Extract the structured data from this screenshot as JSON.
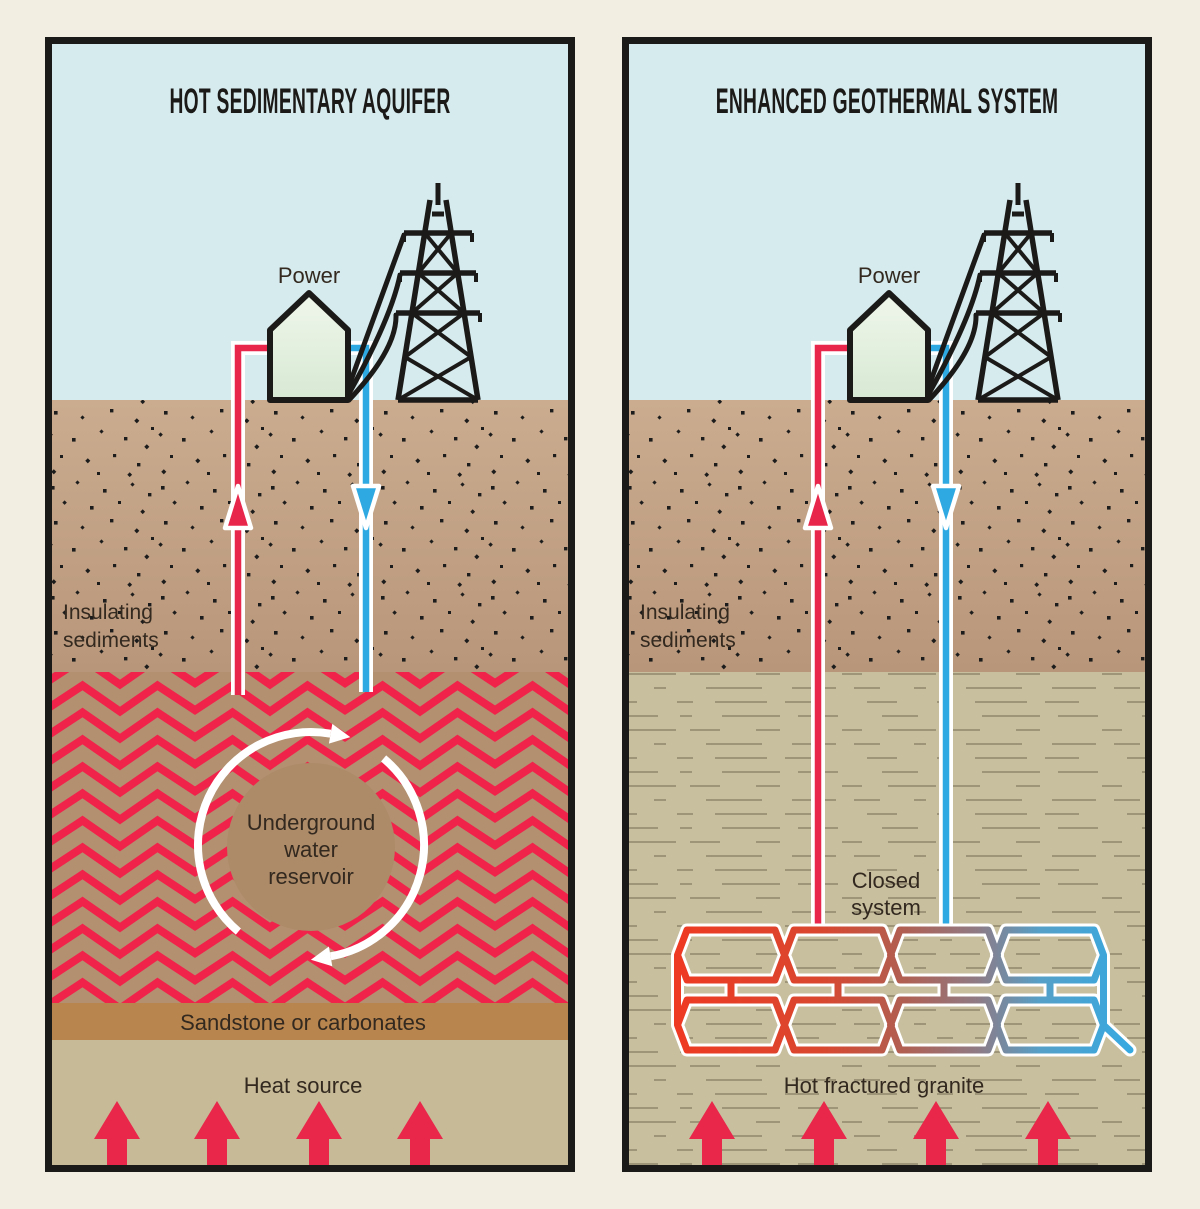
{
  "colors": {
    "page_bg": "#f3eee2",
    "ink": "#1c1a18",
    "label": "#33291f",
    "sky": "#d6ebee",
    "sediment_top": "#cbac8f",
    "sediment_bottom": "#b8967a",
    "speckle": "#1c1c1c",
    "aquifer_base": "#b29070",
    "reservoir_fill": "#ad8a68",
    "stripe_red": "#f0234a",
    "sandstone_band": "#b8854f",
    "heat_layer": "#c7ba97",
    "granite": "#c8bf9f",
    "granite_line": "#6f684f",
    "pipe_hot": "#e8254a",
    "pipe_cold": "#2fa9e1",
    "arrow_red": "#e8274a",
    "hex_hot": "#ee3a23",
    "hex_cold": "#36a9e1",
    "house_fill": "#e4f1e0",
    "white": "#ffffff"
  },
  "panels": [
    {
      "title": "HOT SEDIMENTARY AQUIFER",
      "power_label": "Power",
      "insulating_line1": "Insulating",
      "insulating_line2": "sediments",
      "reservoir_line1": "Underground",
      "reservoir_line2": "water",
      "reservoir_line3": "reservoir",
      "sandstone_label": "Sandstone or carbonates",
      "heat_label": "Heat source"
    },
    {
      "title": "ENHANCED GEOTHERMAL SYSTEM",
      "power_label": "Power",
      "insulating_line1": "Insulating",
      "insulating_line2": "sediments",
      "closed_line1": "Closed",
      "closed_line2": "system",
      "granite_label": "Hot fractured granite"
    }
  ]
}
